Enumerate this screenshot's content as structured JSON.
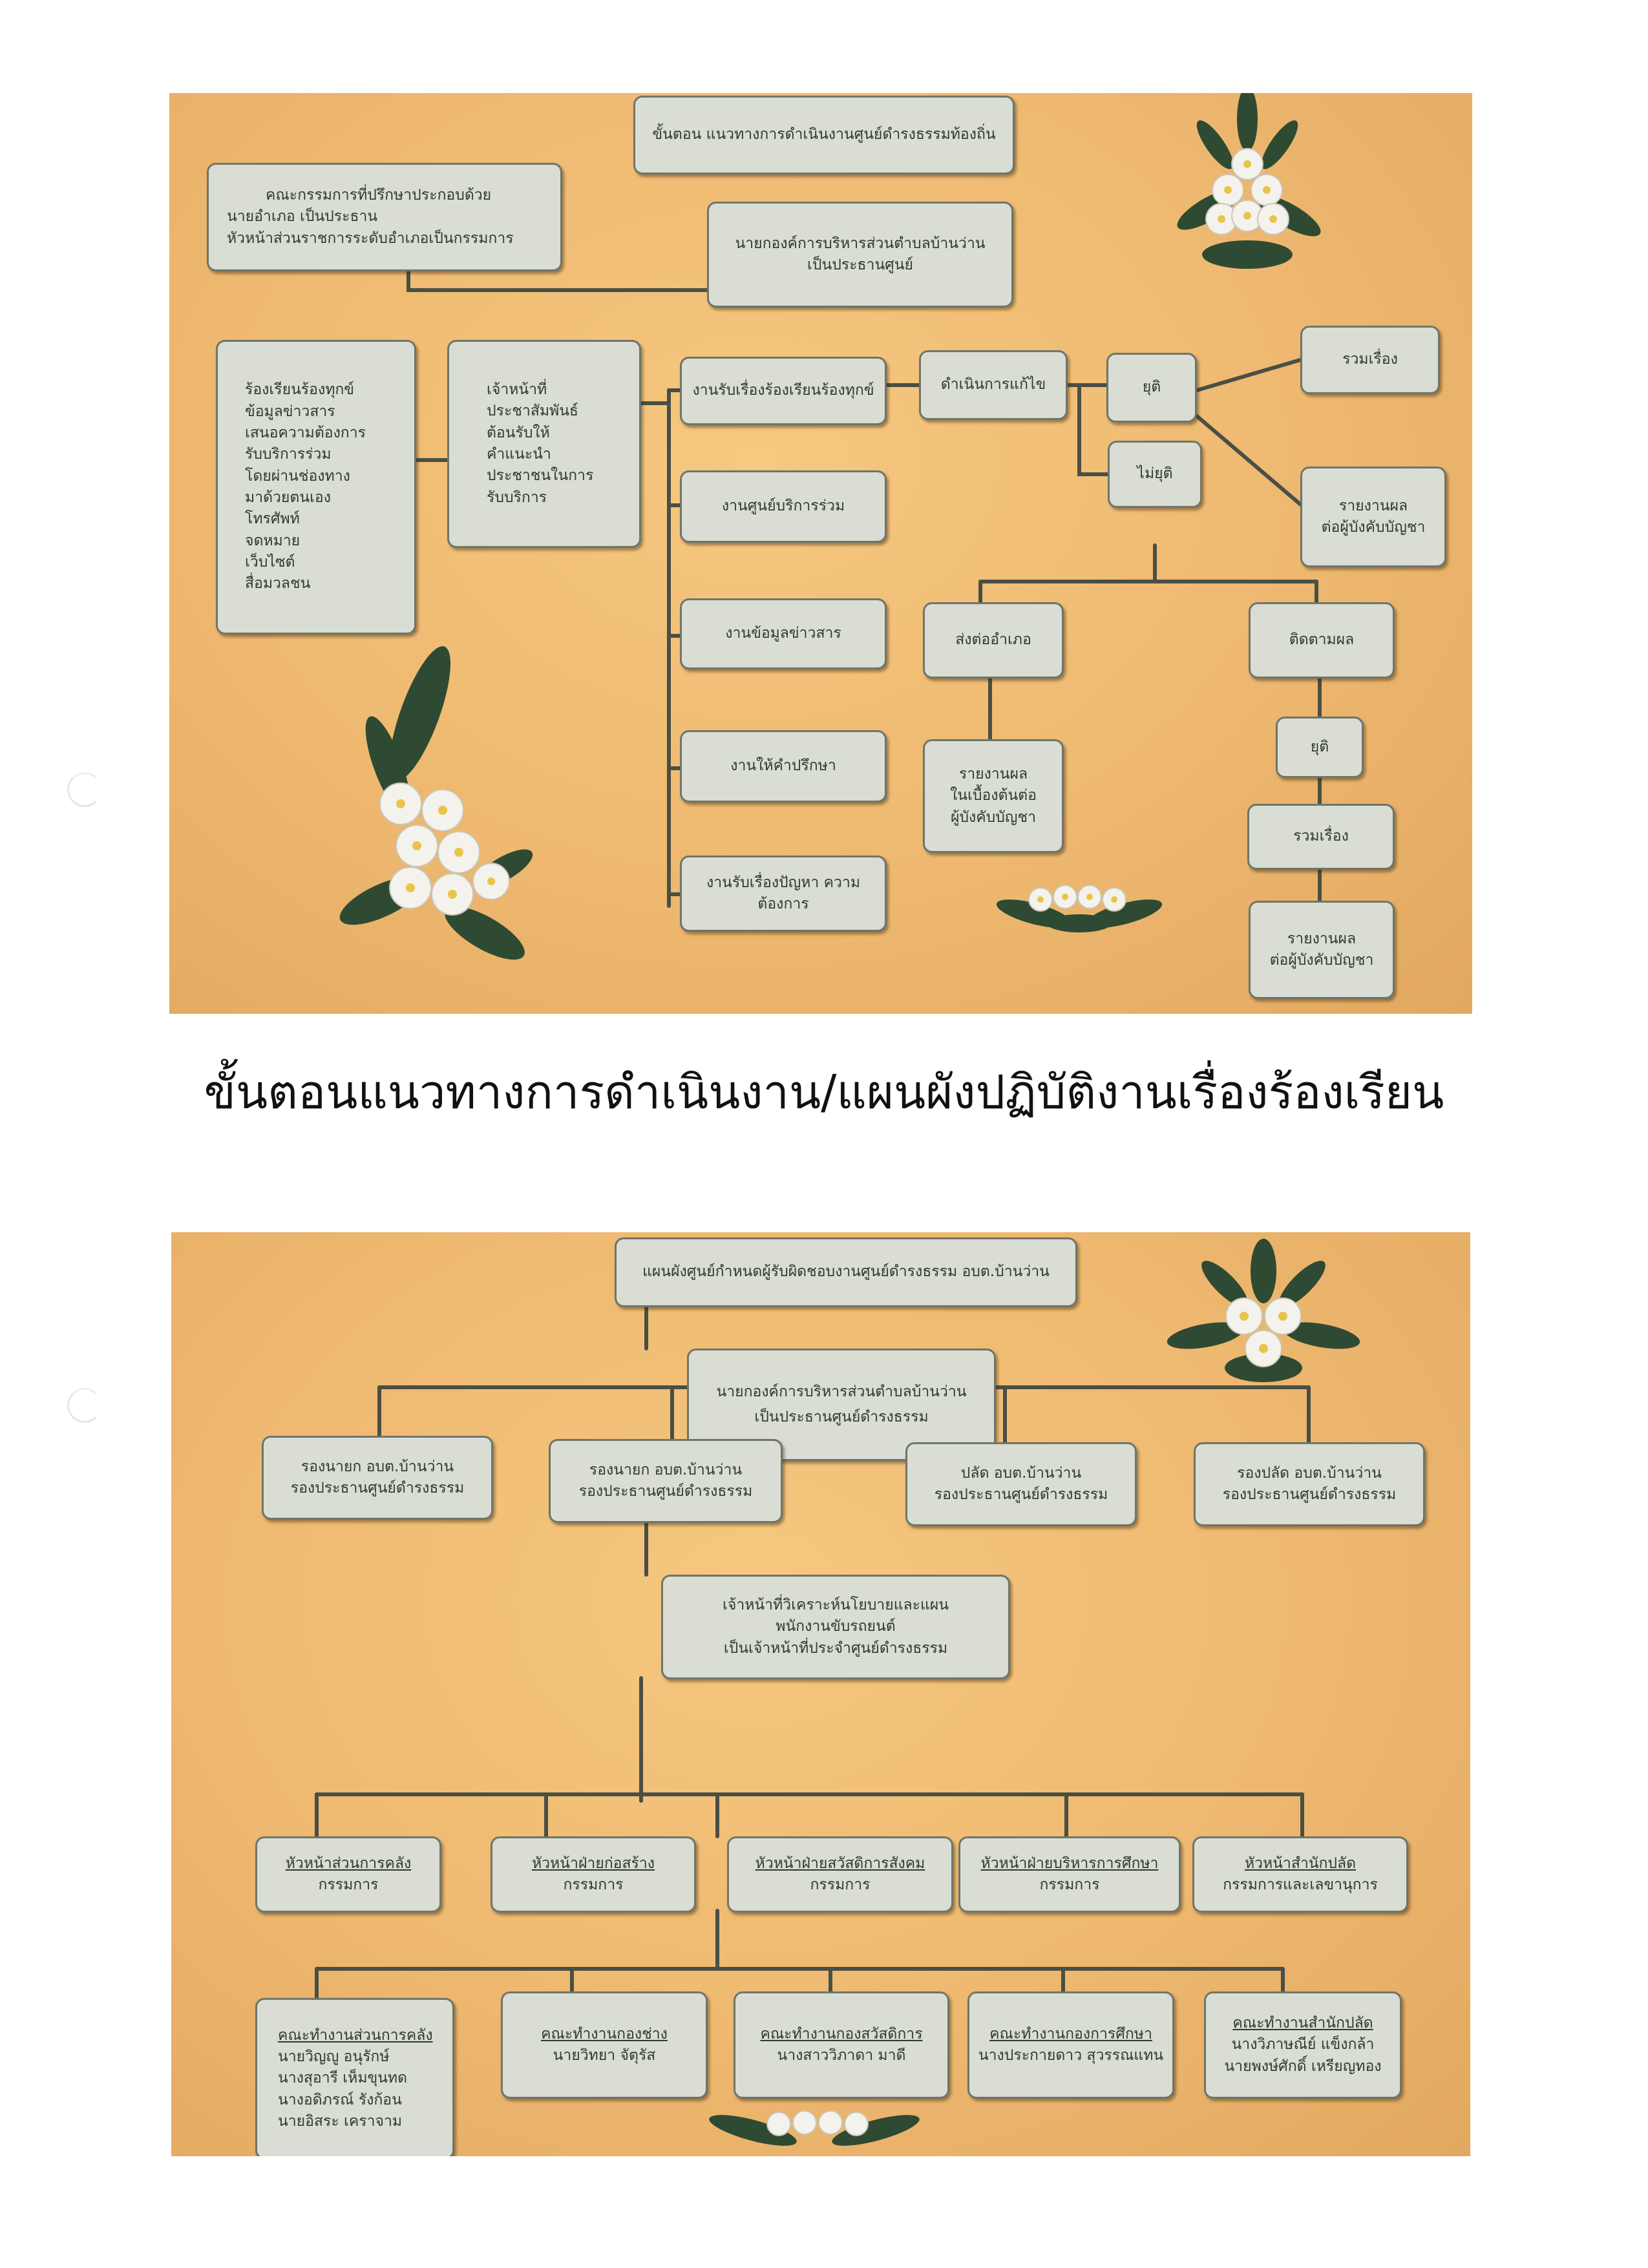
{
  "caption": "ขั้นตอนแนวทางการดำเนินงาน/แผนผังปฏิบัติงานเรื่องร้องเรียน",
  "colors": {
    "board": "#eeb870",
    "box_fill": "#d9ddd3",
    "box_border": "#6f756a",
    "wire": "#4a4f45",
    "leaf": "#2f4a32",
    "petal": "#f4f2ec"
  },
  "chart1": {
    "title": "ขั้นตอน แนวทางการดำเนินงานศูนย์ดำรงธรรมท้องถิ่น",
    "advisory": [
      "คณะกรรมการที่ปรึกษาประกอบด้วย",
      "นายอำเภอ เป็นประธาน",
      "หัวหน้าส่วนราชการระดับอำเภอเป็นกรรมการ"
    ],
    "chairman": [
      "นายกองค์การบริหารส่วนตำบลบ้านว่าน",
      "เป็นประธานศูนย์"
    ],
    "complaints": [
      "ร้องเรียนร้องทุกข์",
      "ข้อมูลข่าวสาร",
      "เสนอความต้องการ",
      "รับบริการร่วม",
      "โดยผ่านช่องทาง",
      "มาด้วยตนเอง",
      "โทรศัพท์",
      "จดหมาย",
      "เว็บไซต์",
      "สื่อมวลชน"
    ],
    "pr_officer": [
      "เจ้าหน้าที่",
      "ประชาสัมพันธ์",
      "ต้อนรับให้",
      "คำแนะนำ",
      "ประชาชนในการ",
      "รับบริการ"
    ],
    "services": [
      "งานรับเรื่องร้องเรียนร้องทุกข์",
      "งานศูนย์บริการร่วม",
      "งานข้อมูลข่าวสาร",
      "งานให้คำปรึกษา",
      "งานรับเรื่องปัญหา ความต้องการ"
    ],
    "resolve": "ดำเนินการแก้ไข",
    "ended": "ยุติ",
    "combine": "รวมเรื่อง",
    "report_super": [
      "รายงานผล",
      "ต่อผู้บังคับบัญชา"
    ],
    "not_ended": "ไม่ยุติ",
    "send_district": "ส่งต่ออำเภอ",
    "report_initial": [
      "รายงานผล",
      "ในเบื้องต้นต่อ",
      "ผู้บังคับบัญชา"
    ],
    "follow_up": "ติดตามผล",
    "ended2": "ยุติ",
    "combine2": "รวมเรื่อง",
    "report_super2": [
      "รายงานผล",
      "ต่อผู้บังคับบัญชา"
    ]
  },
  "chart2": {
    "title": "แผนผังศูนย์กำหนดผู้รับผิดชอบงานศูนย์ดำรงธรรม อบต.บ้านว่าน",
    "chairman": [
      "นายกองค์การบริหารส่วนตำบลบ้านว่าน",
      "เป็นประธานศูนย์ดำรงธรรม"
    ],
    "deputies": [
      [
        "รองนายก อบต.บ้านว่าน",
        "รองประธานศูนย์ดำรงธรรม"
      ],
      [
        "รองนายก อบต.บ้านว่าน",
        "รองประธานศูนย์ดำรงธรรม"
      ],
      [
        "ปลัด อบต.บ้านว่าน",
        "รองประธานศูนย์ดำรงธรรม"
      ],
      [
        "รองปลัด อบต.บ้านว่าน",
        "รองประธานศูนย์ดำรงธรรม"
      ]
    ],
    "officer": [
      "เจ้าหน้าที่วิเคราะห์นโยบายและแผน",
      "พนักงานขับรถยนต์",
      "เป็นเจ้าหน้าที่ประจำศูนย์ดำรงธรรม"
    ],
    "heads": [
      {
        "title": "หัวหน้าส่วนการคลัง",
        "role": "กรรมการ"
      },
      {
        "title": "หัวหน้าฝ่ายก่อสร้าง",
        "role": "กรรมการ"
      },
      {
        "title": "หัวหน้าฝ่ายสวัสดิการสังคม",
        "role": "กรรมการ"
      },
      {
        "title": "หัวหน้าฝ่ายบริหารการศึกษา",
        "role": "กรรมการ"
      },
      {
        "title": "หัวหน้าสำนักปลัด",
        "role": "กรรมการและเลขานุการ"
      }
    ],
    "teams": [
      {
        "title": "คณะทำงานส่วนการคลัง",
        "members": [
          "นายวิญญู อนุรักษ์",
          "นางสุอารี เห็มขุนทด",
          "นางอดิภรณ์ รังก้อน",
          "นายอิสระ เคราจาม"
        ]
      },
      {
        "title": "คณะทำงานกองช่าง",
        "members": [
          "นายวิทยา จัตุรัส"
        ]
      },
      {
        "title": "คณะทำงานกองสวัสดิการ",
        "members": [
          "นางสาววิภาดา มาดี"
        ]
      },
      {
        "title": "คณะทำงานกองการศึกษา",
        "members": [
          "นางประกายดาว สุวรรณแทน"
        ]
      },
      {
        "title": "คณะทำงานสำนักปลัด",
        "members": [
          "นางวิภาษณีย์ แข็งกล้า",
          "นายพงษ์ศักดิ์ เหรียญทอง"
        ]
      }
    ]
  }
}
